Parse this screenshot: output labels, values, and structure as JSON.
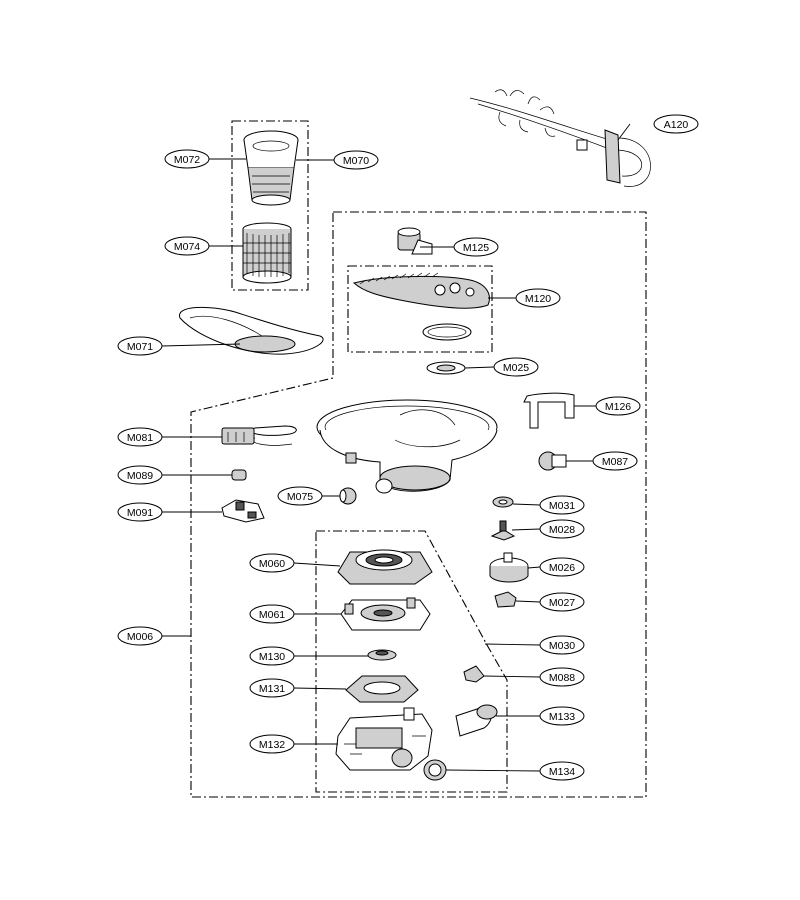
{
  "labels": {
    "a120": "A120",
    "m072": "M072",
    "m070": "M070",
    "m074": "M074",
    "m125": "M125",
    "m120": "M120",
    "m071": "M071",
    "m025": "M025",
    "m126": "M126",
    "m081": "M081",
    "m087": "M087",
    "m089": "M089",
    "m075": "M075",
    "m031": "M031",
    "m091": "M091",
    "m028": "M028",
    "m060": "M060",
    "m026": "M026",
    "m027": "M027",
    "m061": "M061",
    "m006": "M006",
    "m030": "M030",
    "m130": "M130",
    "m088": "M088",
    "m131": "M131",
    "m133": "M133",
    "m132": "M132",
    "m134": "M134"
  },
  "colors": {
    "line": "#000000",
    "part_fill": "#cfcfcf",
    "background": "#ffffff"
  }
}
